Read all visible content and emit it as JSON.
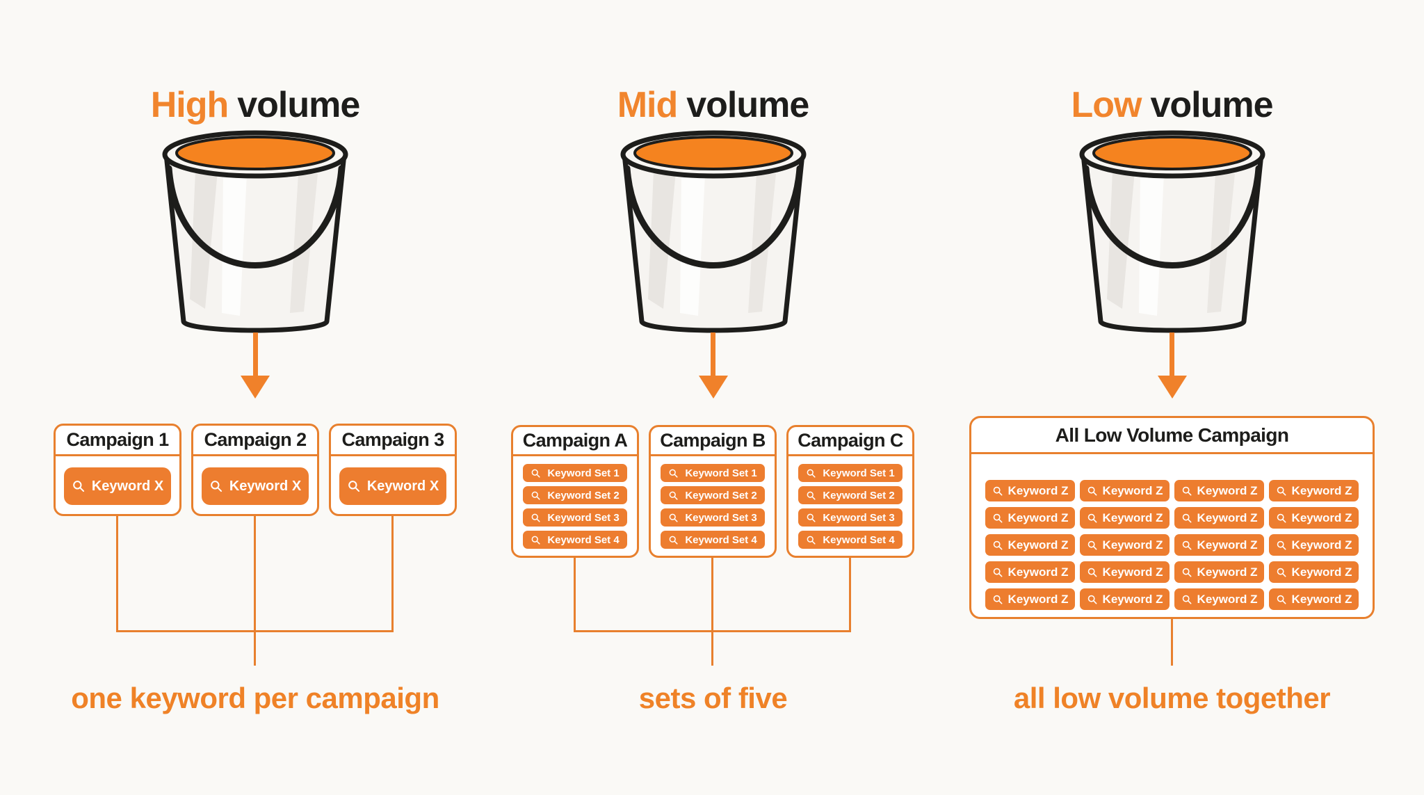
{
  "palette": {
    "accent_orange": "#EF7F28",
    "line_orange": "#E8802E",
    "button_orange": "#ED7D2F",
    "liquid_orange": "#F5831F",
    "ink": "#1D1D1B",
    "background": "#FAF9F6",
    "card_bg": "#FFFFFF",
    "button_text": "#FFFFFF"
  },
  "icons": {
    "keyword_button_icon": "magnifier"
  },
  "columns": {
    "high": {
      "title_accent": "High",
      "title_rest": "volume",
      "caption": "one keyword per campaign",
      "cards": [
        {
          "title": "Campaign 1",
          "keywords": [
            "Keyword X"
          ]
        },
        {
          "title": "Campaign 2",
          "keywords": [
            "Keyword X"
          ]
        },
        {
          "title": "Campaign 3",
          "keywords": [
            "Keyword X"
          ]
        }
      ]
    },
    "mid": {
      "title_accent": "Mid",
      "title_rest": "volume",
      "caption": "sets of five",
      "cards": [
        {
          "title": "Campaign A",
          "keywords": [
            "Keyword Set 1",
            "Keyword Set 2",
            "Keyword Set 3",
            "Keyword Set 4"
          ]
        },
        {
          "title": "Campaign B",
          "keywords": [
            "Keyword Set 1",
            "Keyword Set 2",
            "Keyword Set 3",
            "Keyword Set 4"
          ]
        },
        {
          "title": "Campaign C",
          "keywords": [
            "Keyword Set 1",
            "Keyword Set 2",
            "Keyword Set 3",
            "Keyword Set 4"
          ]
        }
      ]
    },
    "low": {
      "title_accent": "Low",
      "title_rest": "volume",
      "caption": "all low volume together",
      "card_title": "All Low Volume Campaign",
      "keywords": [
        "Keyword Z",
        "Keyword Z",
        "Keyword Z",
        "Keyword Z",
        "Keyword Z",
        "Keyword Z",
        "Keyword Z",
        "Keyword Z",
        "Keyword Z",
        "Keyword Z",
        "Keyword Z",
        "Keyword Z",
        "Keyword Z",
        "Keyword Z",
        "Keyword Z",
        "Keyword Z",
        "Keyword Z",
        "Keyword Z",
        "Keyword Z",
        "Keyword Z"
      ]
    }
  }
}
